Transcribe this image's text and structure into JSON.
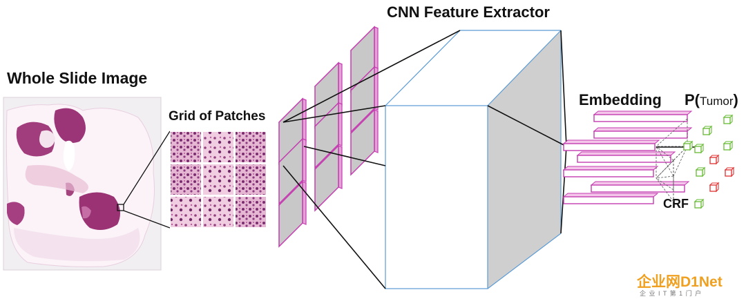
{
  "labels": {
    "wsi_title": "Whole Slide Image",
    "patches_title": "Grid of Patches",
    "cnn_title": "CNN Feature Extractor",
    "embedding_title": "Embedding",
    "ptumor_p": "P(",
    "ptumor_word": "Tumor",
    "ptumor_close": ")",
    "crf": "CRF"
  },
  "watermark": {
    "logo_text": "企业网D1Net",
    "tagline": "企 业 I T 第 1 门 户"
  },
  "colors": {
    "patch_plane": "#c43bb0",
    "cube_edge": "#5b9bd5",
    "cube_side": "#cfcfcf",
    "tumor_cube": "#e03030",
    "normal_cube": "#66bb33",
    "tissue": "#b0407f"
  }
}
